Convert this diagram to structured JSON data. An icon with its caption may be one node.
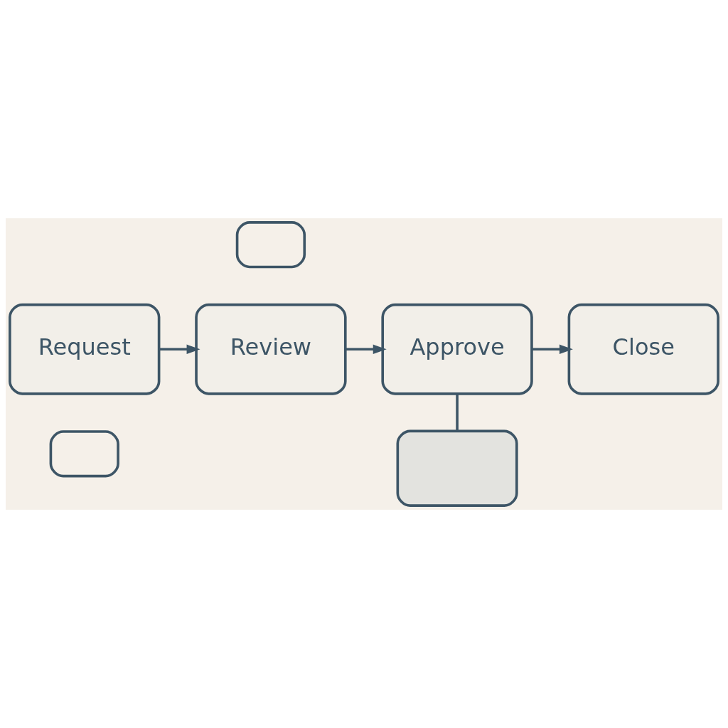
{
  "diagram": {
    "nodes": [
      {
        "text": [
          "Request"
        ]
      },
      {
        "text": [
          "Review"
        ]
      },
      {
        "text": [
          "Approve"
        ]
      },
      {
        "text": [
          "Close"
        ]
      },
      {
        "text": [],
        "shape": "speech-bubble"
      },
      {
        "text": [],
        "shape": "speech-bubble"
      },
      {
        "text": [],
        "shape": "box"
      }
    ],
    "edges": [
      {
        "from": 0,
        "to": 1,
        "arrow": "to"
      },
      {
        "from": 1,
        "to": 2,
        "arrow": "to"
      },
      {
        "from": 2,
        "to": 3,
        "arrow": "to"
      },
      {
        "from": 2,
        "to": 6,
        "arrow": "none"
      }
    ]
  }
}
